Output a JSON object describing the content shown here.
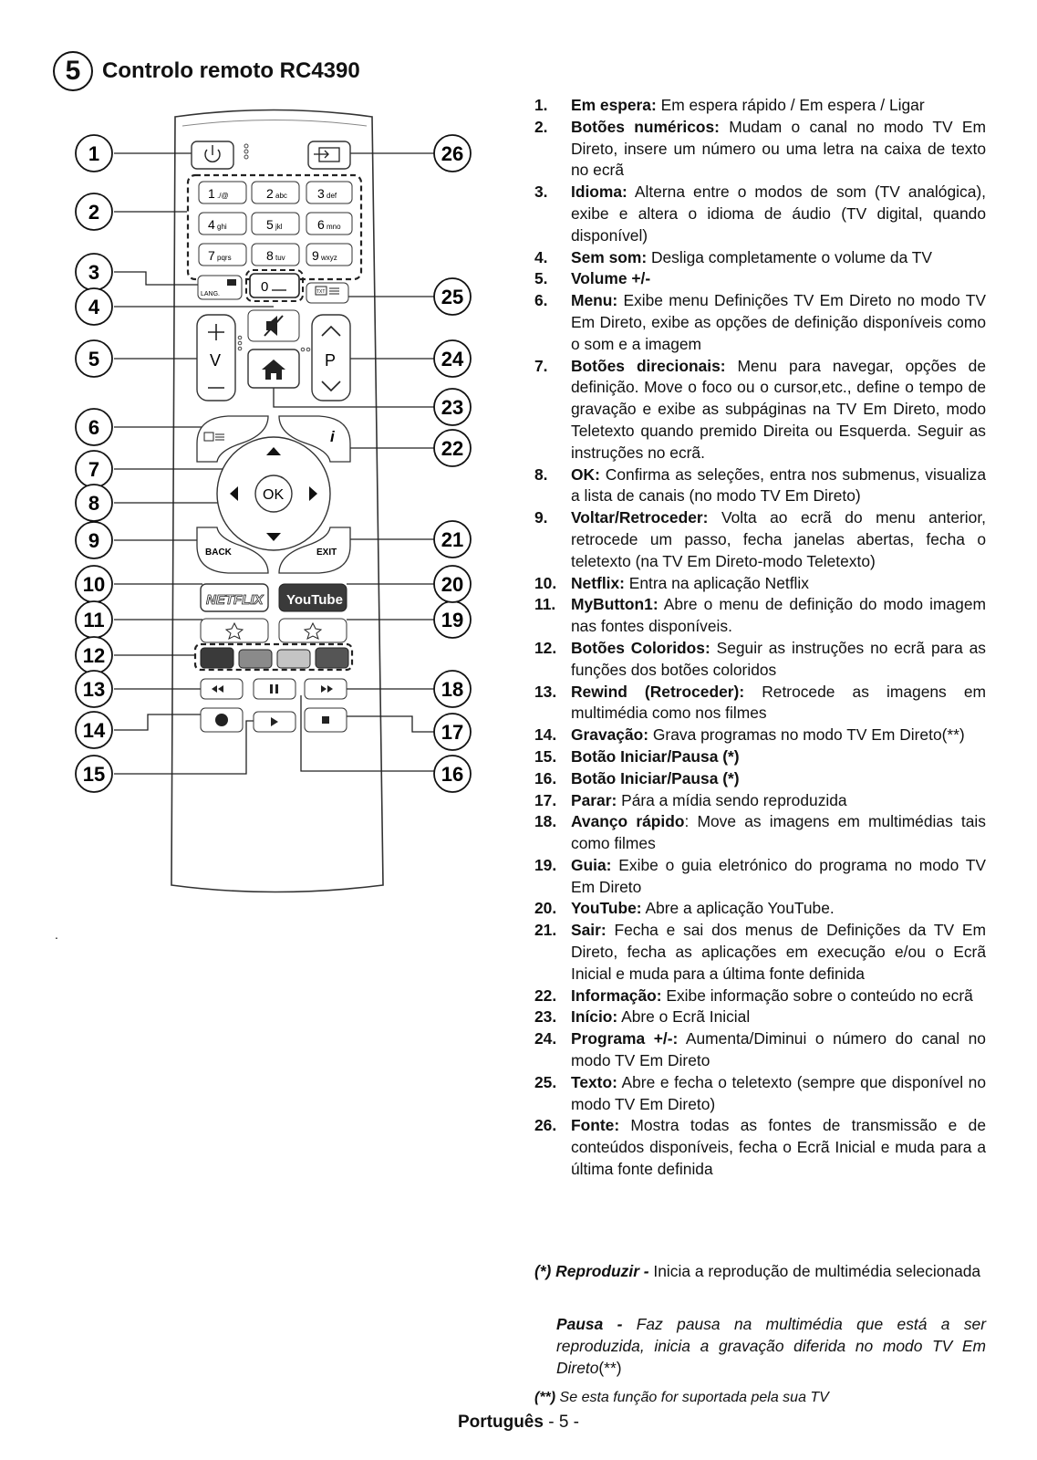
{
  "header": {
    "number": "5",
    "title": "Controlo remoto RC4390"
  },
  "callout_numbers": [
    "1",
    "2",
    "3",
    "4",
    "5",
    "6",
    "7",
    "8",
    "9",
    "10",
    "11",
    "12",
    "13",
    "14",
    "15",
    "16",
    "17",
    "18",
    "19",
    "20",
    "21",
    "22",
    "23",
    "24",
    "25",
    "26"
  ],
  "remote": {
    "keys": {
      "k1": "1",
      "k1s": "./@",
      "k2": "2",
      "k2s": "abc",
      "k3": "3",
      "k3s": "def",
      "k4": "4",
      "k4s": "ghi",
      "k5": "5",
      "k5s": "jkl",
      "k6": "6",
      "k6s": "mno",
      "k7": "7",
      "k7s": "pqrs",
      "k8": "8",
      "k8s": "tuv",
      "k9": "9",
      "k9s": "wxyz",
      "k0": "0"
    },
    "lang": "LANG.",
    "txt": "TXT",
    "v": "V",
    "p": "P",
    "ok": "OK",
    "back": "BACK",
    "exit": "EXIT",
    "info": "i",
    "netflix": "NETFLIX",
    "youtube": "YouTube",
    "colors": [
      "#3a3a3a",
      "#8a8a8a",
      "#c4c4c4",
      "#555555"
    ]
  },
  "list": [
    {
      "n": "1.",
      "t": "Em espera:",
      "d": " Em espera rápido / Em espera / Ligar"
    },
    {
      "n": "2.",
      "t": "Botões numéricos:",
      "d": " Mudam o canal no modo TV Em Direto, insere um número ou uma letra na caixa de texto no ecrã"
    },
    {
      "n": "3.",
      "t": "Idioma:",
      "d": " Alterna entre o modos de som (TV analógica), exibe e altera o idioma de áudio (TV digital, quando disponível)"
    },
    {
      "n": "4.",
      "t": "Sem som:",
      "d": " Desliga completamente o volume da TV"
    },
    {
      "n": "5.",
      "t": "Volume +/-",
      "d": ""
    },
    {
      "n": "6.",
      "t": "Menu:",
      "d": " Exibe menu Definições TV Em Direto no modo TV Em Direto, exibe as opções de definição disponíveis como o som e a imagem"
    },
    {
      "n": "7.",
      "t": "Botões direcionais:",
      "d": " Menu para navegar, opções de definição. Move o foco ou o cursor,etc., define o tempo de gravação e exibe as subpáginas na TV Em Direto, modo Teletexto quando premido Direita ou Esquerda. Seguir as instruções no ecrã."
    },
    {
      "n": "8.",
      "t": "OK:",
      "d": " Confirma as seleções, entra nos submenus, visualiza a lista de canais (no modo TV Em Direto)"
    },
    {
      "n": "9.",
      "t": "Voltar/Retroceder:",
      "d": " Volta ao ecrã do menu anterior, retrocede um passo, fecha janelas abertas, fecha o teletexto (na TV Em Direto-modo Teletexto)"
    },
    {
      "n": "10.",
      "t": "Netflix:",
      "d": " Entra na aplicação Netflix"
    },
    {
      "n": "11.",
      "t": "MyButton1:",
      "d": " Abre o menu de definição do modo imagem nas fontes disponíveis."
    },
    {
      "n": "12.",
      "t": "Botões Coloridos:",
      "d": " Seguir as instruções no ecrã para as funções dos botões coloridos"
    },
    {
      "n": "13.",
      "t": "Rewind (Retroceder):",
      "d": " Retrocede as imagens em multimédia como nos filmes"
    },
    {
      "n": "14.",
      "t": "Gravação:",
      "d": " Grava programas no modo TV Em Direto(**)"
    },
    {
      "n": "15.",
      "t": "Botão Iniciar/Pausa (*)",
      "d": ""
    },
    {
      "n": "16.",
      "t": "Botão Iniciar/Pausa (*)",
      "d": ""
    },
    {
      "n": "17.",
      "t": "Parar:",
      "d": " Pára a mídia sendo reproduzida"
    },
    {
      "n": "18.",
      "t": "Avanço rápido",
      "d": ": Move as imagens em multimédias tais como filmes"
    },
    {
      "n": "19.",
      "t": "Guia:",
      "d": " Exibe o guia eletrónico do programa no modo TV Em Direto"
    },
    {
      "n": "20.",
      "t": "YouTube:",
      "d": " Abre a aplicação YouTube."
    },
    {
      "n": "21.",
      "t": "Sair:",
      "d": " Fecha e sai dos menus de Definições da TV Em Direto, fecha as aplicações em execução e/ou o Ecrã Inicial e muda para a última fonte definida"
    },
    {
      "n": "22.",
      "t": "Informação:",
      "d": " Exibe informação sobre o conteúdo no ecrã"
    },
    {
      "n": "23.",
      "t": "Início:",
      "d": " Abre o Ecrã Inicial"
    },
    {
      "n": "24.",
      "t": "Programa +/-:",
      "d": " Aumenta/Diminui o número do canal no modo TV Em Direto"
    },
    {
      "n": "25.",
      "t": "Texto:",
      "d": " Abre e fecha o teletexto (sempre que disponível no modo TV Em Direto)"
    },
    {
      "n": "26.",
      "t": "Fonte:",
      "d": " Mostra todas as fontes de transmissão e de conteúdos disponíveis, fecha o Ecrã Inicial e muda para a última fonte definida"
    }
  ],
  "notes": {
    "play_label": "(*) Reproduzir -",
    "play_text": " Inicia a reprodução de multimédia selecionada",
    "pause_label": "Pausa -",
    "pause_text": " Faz pausa na multimédia que está a ser reproduzida, inicia a gravação diferida no modo TV Em Direto",
    "pause_suffix": "(**)",
    "cond_label": "(**)",
    "cond_text": " Se esta função for suportada pela sua TV"
  },
  "footer": {
    "lang": "Português",
    "page": " - 5 -"
  },
  "misc": {
    "dot": "."
  }
}
